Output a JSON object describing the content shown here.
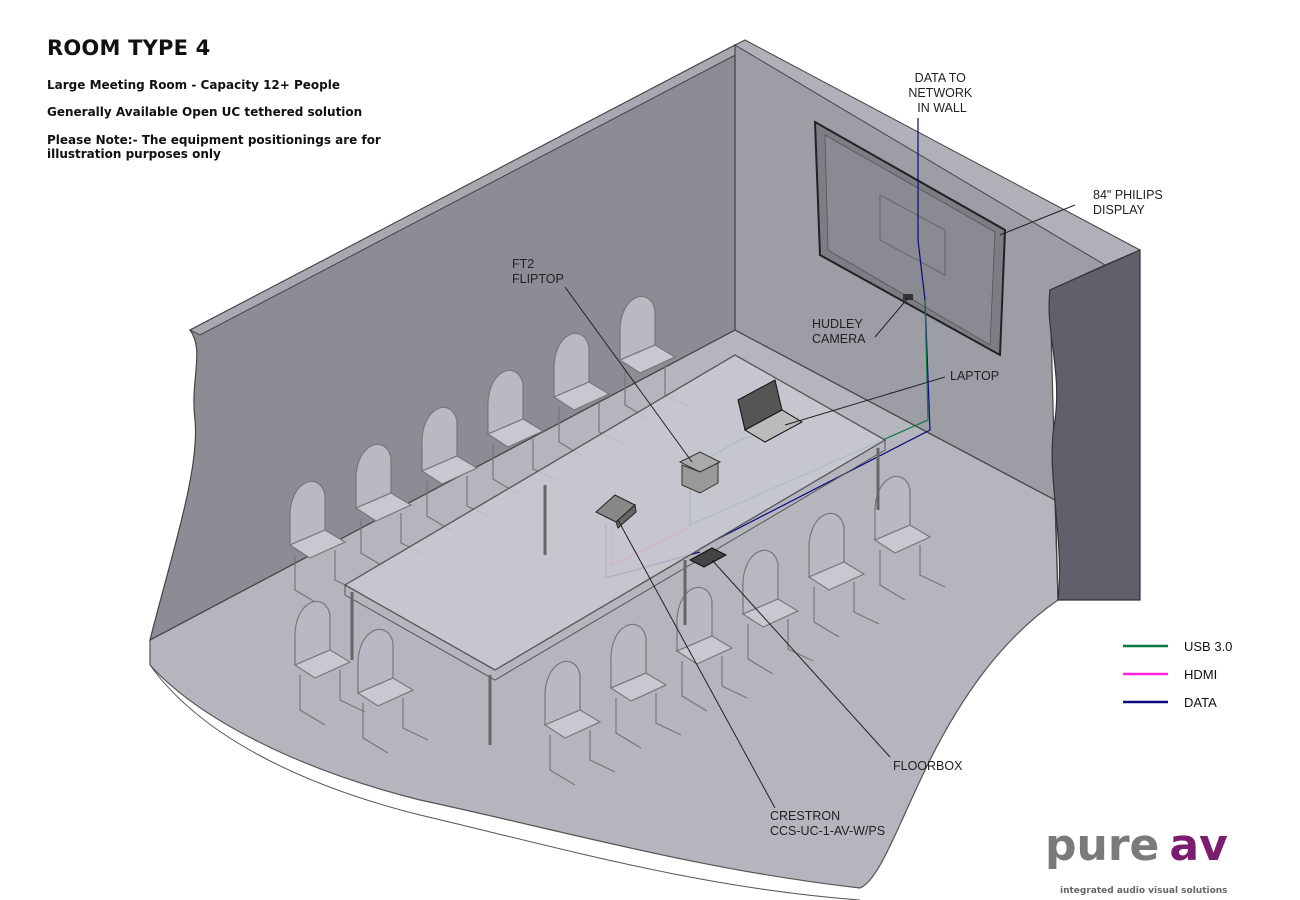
{
  "header": {
    "title": "ROOM TYPE 4",
    "lines": [
      "Large Meeting Room - Capacity 12+ People",
      "Generally Available Open UC tethered solution",
      "Please Note:- The equipment positionings are for",
      "illustration purposes only"
    ]
  },
  "labels": {
    "data_network": [
      "DATA TO",
      "NETWORK",
      "IN WALL"
    ],
    "display": [
      "84\" PHILIPS",
      "DISPLAY"
    ],
    "fliptop": [
      "FT2",
      "FLIPTOP"
    ],
    "camera": [
      "HUDLEY",
      "CAMERA"
    ],
    "laptop": "LAPTOP",
    "floorbox": "FLOORBOX",
    "crestron": [
      "CRESTRON",
      "CCS-UC-1-AV-W/PS"
    ]
  },
  "legend": [
    {
      "label": "USB 3.0",
      "color": "#0a7a45"
    },
    {
      "label": "HDMI",
      "color": "#ff22dd"
    },
    {
      "label": "DATA",
      "color": "#0a0a80"
    }
  ],
  "logo": {
    "word1": "pure",
    "word2": "av",
    "tagline": "integrated audio visual solutions",
    "color1": "#7a7a7a",
    "color2": "#7b1c6e"
  }
}
